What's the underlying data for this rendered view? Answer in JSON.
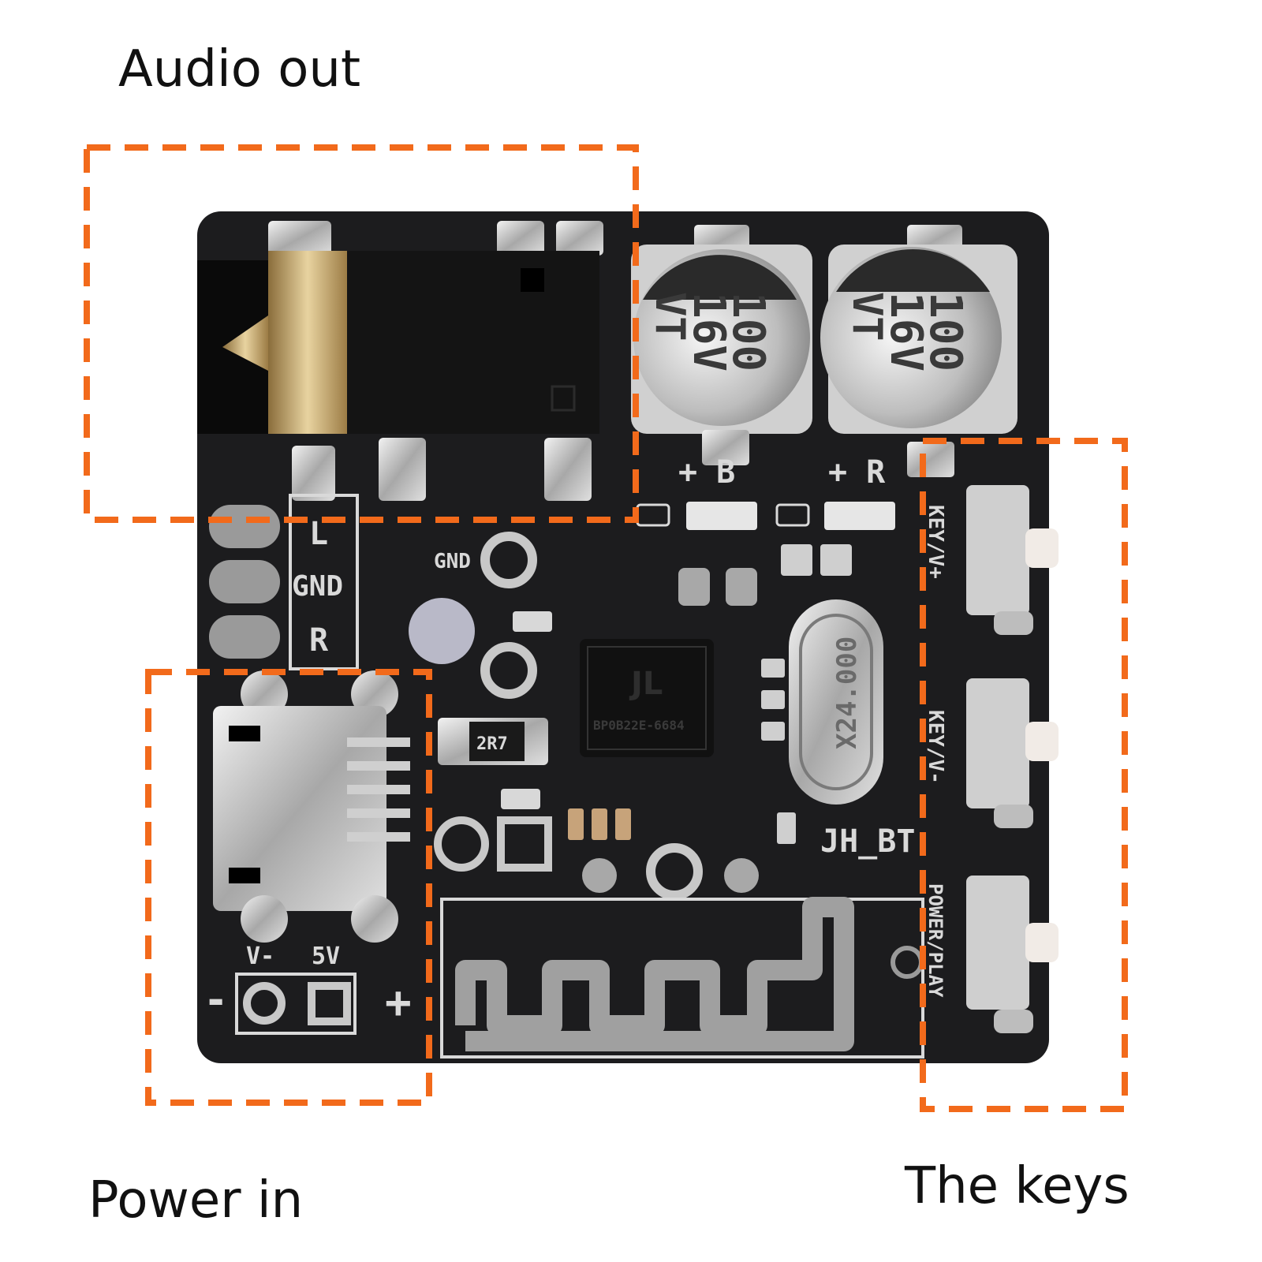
{
  "captions": {
    "audio_out": "Audio out",
    "power_in": "Power in",
    "keys": "The keys"
  },
  "silkscreen": {
    "left": "L",
    "gnd": "GND",
    "right": "R",
    "plus_b": "+ B",
    "plus_r": "+ R",
    "cap_value": "100",
    "cap_voltage": "16V",
    "cap_series": "VT",
    "crystal": "X24.000",
    "chip": "BP0B22E-6684",
    "resistor": "2R7",
    "board_name": "JH_BT",
    "v_minus": "V-",
    "five_v": "5V",
    "minus": "-",
    "plus": "+",
    "pin_gnd": "GND",
    "key_vol_up": "KEY/V+",
    "key_vol_down": "KEY/V-",
    "key_power": "POWER/PLAY"
  },
  "colors": {
    "callout": "#f26a1b",
    "pcb": "#1c1c1e",
    "silk": "#d9d9d9"
  }
}
